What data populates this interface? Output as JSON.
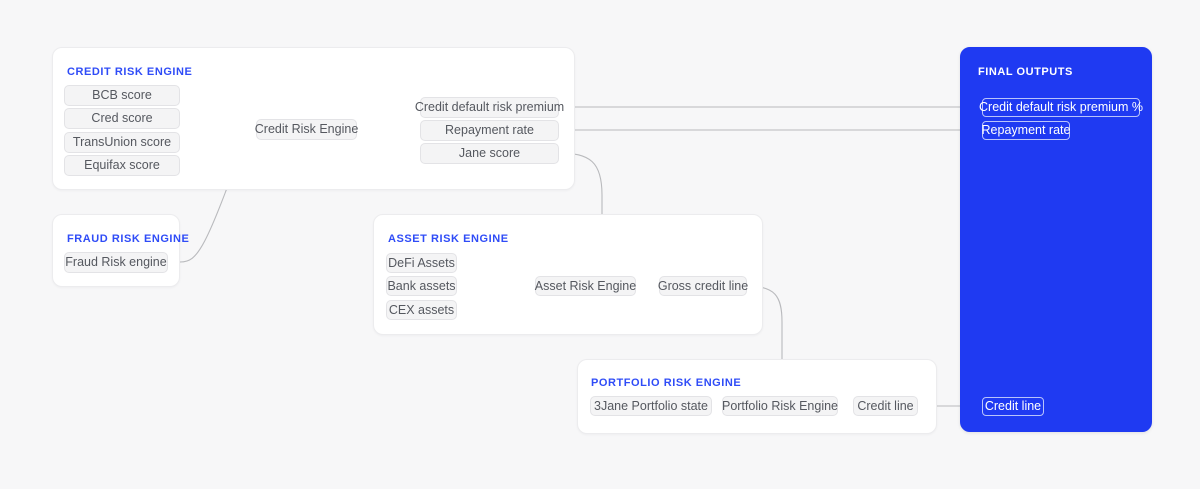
{
  "theme": {
    "background": "#f7f7f8",
    "panel_bg": "#ffffff",
    "accent_blue": "#2f4cf7",
    "final_panel_bg": "#1f3af2",
    "node_bg": "#f4f4f5",
    "node_text": "#55585f",
    "edge_color": "#b9babd"
  },
  "diagram": {
    "type": "flowchart",
    "title": "",
    "panels": [
      {
        "id": "credit-risk-engine",
        "title": "CREDIT RISK ENGINE",
        "inputs": [
          {
            "label": "BCB score"
          },
          {
            "label": "Cred score"
          },
          {
            "label": "TransUnion score"
          },
          {
            "label": "Equifax score"
          }
        ],
        "engine": {
          "label": "Credit Risk Engine"
        },
        "outputs": [
          {
            "label": "Credit default risk premium"
          },
          {
            "label": "Repayment rate"
          },
          {
            "label": "Jane score"
          }
        ]
      },
      {
        "id": "fraud-risk-engine",
        "title": "FRAUD RISK ENGINE",
        "nodes": [
          {
            "label": "Fraud Risk engine"
          }
        ]
      },
      {
        "id": "asset-risk-engine",
        "title": "ASSET RISK ENGINE",
        "inputs": [
          {
            "label": "DeFi Assets"
          },
          {
            "label": "Bank assets"
          },
          {
            "label": "CEX assets"
          }
        ],
        "engine": {
          "label": "Asset Risk Engine"
        },
        "outputs": [
          {
            "label": "Gross credit line"
          }
        ]
      },
      {
        "id": "portfolio-risk-engine",
        "title": "PORTFOLIO RISK ENGINE",
        "inputs": [
          {
            "label": "3Jane Portfolio state"
          }
        ],
        "engine": {
          "label": "Portfolio Risk Engine"
        },
        "outputs": [
          {
            "label": "Credit line"
          }
        ]
      },
      {
        "id": "final-outputs",
        "title": "FINAL OUTPUTS",
        "outputs": [
          {
            "label": "Credit default risk premium %"
          },
          {
            "label": "Repayment rate"
          },
          {
            "label": "Credit line"
          }
        ]
      }
    ],
    "edges": [
      {
        "from": "BCB score",
        "to": "Credit Risk Engine"
      },
      {
        "from": "Cred score",
        "to": "Credit Risk Engine"
      },
      {
        "from": "TransUnion score",
        "to": "Credit Risk Engine"
      },
      {
        "from": "Equifax score",
        "to": "Credit Risk Engine"
      },
      {
        "from": "Fraud Risk engine",
        "to": "Credit Risk Engine"
      },
      {
        "from": "Credit Risk Engine",
        "to": "Credit default risk premium"
      },
      {
        "from": "Credit Risk Engine",
        "to": "Repayment rate"
      },
      {
        "from": "Credit Risk Engine",
        "to": "Jane score"
      },
      {
        "from": "Credit default risk premium",
        "to": "Credit default risk premium %"
      },
      {
        "from": "Repayment rate",
        "to": "Repayment rate"
      },
      {
        "from": "Jane score",
        "to": "Asset Risk Engine"
      },
      {
        "from": "DeFi Assets",
        "to": "Asset Risk Engine"
      },
      {
        "from": "Bank assets",
        "to": "Asset Risk Engine"
      },
      {
        "from": "CEX assets",
        "to": "Asset Risk Engine"
      },
      {
        "from": "Asset Risk Engine",
        "to": "Gross credit line"
      },
      {
        "from": "Gross credit line",
        "to": "Portfolio Risk Engine"
      },
      {
        "from": "3Jane Portfolio state",
        "to": "Portfolio Risk Engine"
      },
      {
        "from": "Portfolio Risk Engine",
        "to": "Credit line"
      },
      {
        "from": "Credit line",
        "to": "Credit line"
      }
    ]
  }
}
